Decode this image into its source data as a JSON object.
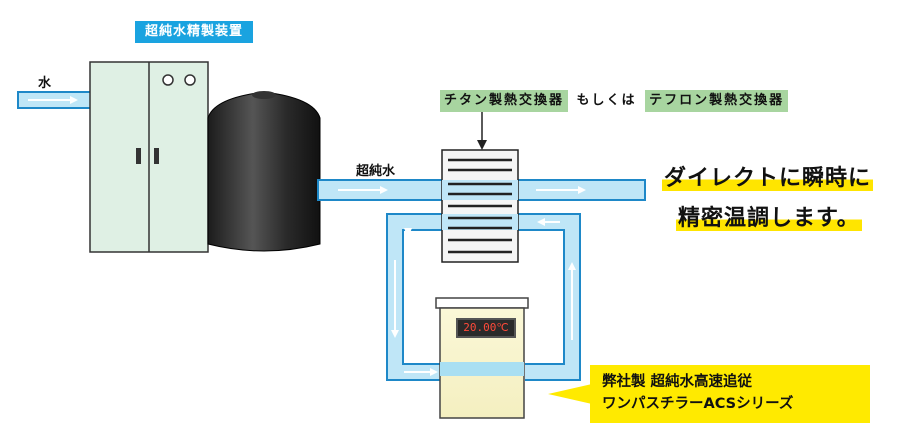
{
  "labels": {
    "purifier": "超純水精製装置",
    "water_in": "水",
    "ultrapure_water": "超純水",
    "hx_titan": "チタン製熱交換器",
    "hx_or": "もしくは",
    "hx_teflon": "テフロン製熱交換器"
  },
  "headline": {
    "line1": "ダイレクトに瞬時に",
    "line2": "精密温調します。"
  },
  "chiller": {
    "display": "20.00℃"
  },
  "callout": {
    "line1": "弊社製 超純水高速追従",
    "line2": "ワンパスチラーACSシリーズ"
  },
  "colors": {
    "pipe": "#bfe6f7",
    "pipe_border": "#1e88c8",
    "highlight_yellow": "#ffea00",
    "highlight_green": "#a8d5a0",
    "label_blue": "#1aa3e0"
  }
}
